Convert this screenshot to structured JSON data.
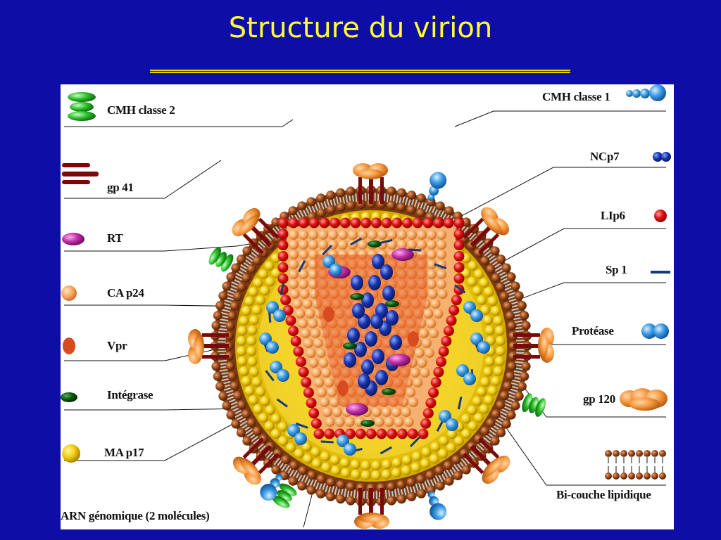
{
  "slide": {
    "title": "Structure du virion",
    "accent_color": "#ffff33",
    "background_color": "#0e0ea6"
  },
  "diagram": {
    "labels_left": [
      {
        "id": "cmh2",
        "text": "CMH classe 2",
        "icon": "green-stack-icon"
      },
      {
        "id": "gp41",
        "text": "gp 41",
        "icon": "dark-red-fork-icon"
      },
      {
        "id": "rt",
        "text": "RT",
        "icon": "magenta-capsule-icon"
      },
      {
        "id": "cap24",
        "text": "CA p24",
        "icon": "orange-sphere-icon"
      },
      {
        "id": "vpr",
        "text": "Vpr",
        "icon": "red-oval-icon"
      },
      {
        "id": "integrase",
        "text": "Intégrase",
        "icon": "dark-green-oval-icon"
      },
      {
        "id": "map17",
        "text": "MA p17",
        "icon": "yellow-sphere-icon"
      },
      {
        "id": "arn",
        "text": "ARN génomique (2 molécules)",
        "icon": ""
      }
    ],
    "labels_right": [
      {
        "id": "cmh1",
        "text": "CMH classe 1",
        "icon": "blue-beads-icon"
      },
      {
        "id": "ncp7",
        "text": "NCp7",
        "icon": "navy-pair-icon"
      },
      {
        "id": "lip6",
        "text": "LIp6",
        "icon": "red-sphere-icon"
      },
      {
        "id": "sp1",
        "text": "Sp 1",
        "icon": "navy-dash-icon"
      },
      {
        "id": "protease",
        "text": "Protéase",
        "icon": "blue-pair-icon"
      },
      {
        "id": "gp120",
        "text": "gp 120",
        "icon": "orange-cluster-icon"
      },
      {
        "id": "bicouche",
        "text": "Bi-couche lipidique",
        "icon": "lipid-bilayer-icon"
      }
    ]
  }
}
